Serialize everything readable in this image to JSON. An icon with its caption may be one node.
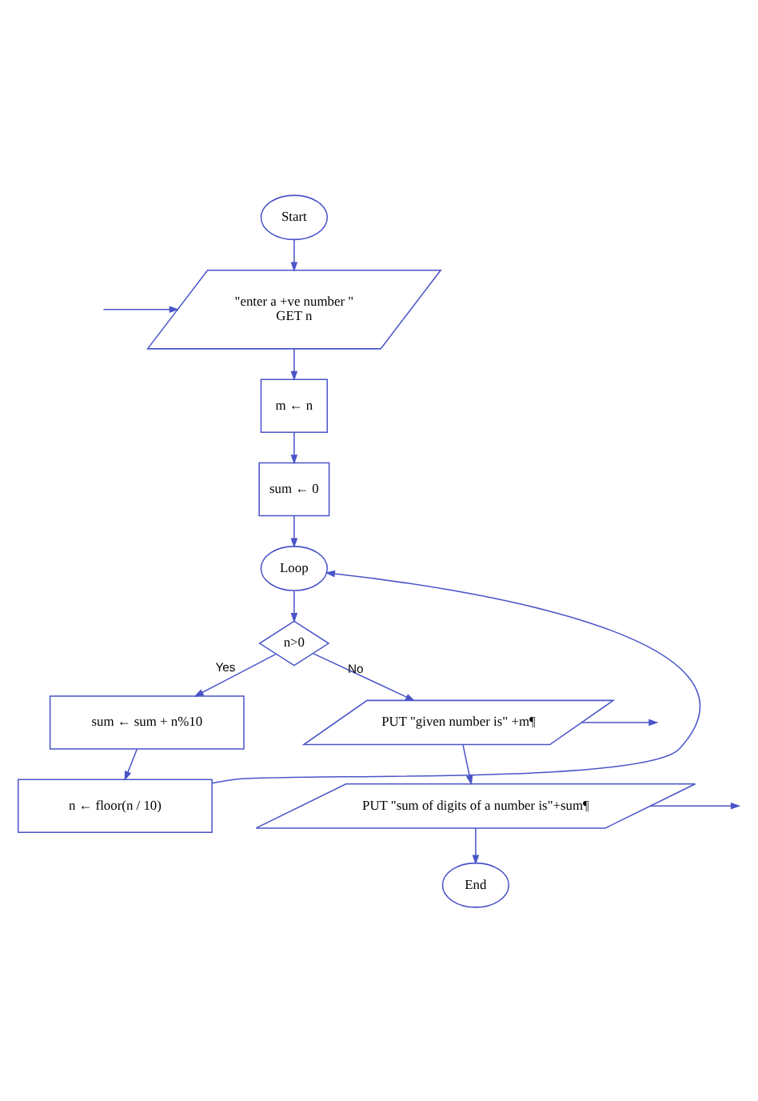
{
  "diagram": {
    "nodes": [
      {
        "text": [
          "Start"
        ]
      },
      {
        "text": [
          "\"enter a +ve number \"",
          "GET n"
        ]
      },
      {
        "text": [
          "m ← n"
        ]
      },
      {
        "text": [
          "sum ← 0"
        ]
      },
      {
        "text": [
          "Loop"
        ]
      },
      {
        "text": [
          "n>0"
        ]
      },
      {
        "text": [
          "sum ← sum + n%10"
        ]
      },
      {
        "text": [
          "n ← floor(n / 10)"
        ]
      },
      {
        "text": [
          "PUT \"given number is\" +m¶"
        ]
      },
      {
        "text": [
          "PUT \"sum of digits of a number is\"+sum¶"
        ]
      },
      {
        "text": [
          "End"
        ]
      }
    ],
    "edges": [
      {
        "from": 0,
        "to": 1,
        "arrow": "to"
      },
      {
        "from": null,
        "to": 1,
        "arrow": "to"
      },
      {
        "from": 1,
        "to": 2,
        "arrow": "to"
      },
      {
        "from": 2,
        "to": 3,
        "arrow": "to"
      },
      {
        "from": 3,
        "to": 4,
        "arrow": "to"
      },
      {
        "from": 4,
        "to": 5,
        "arrow": "to"
      },
      {
        "from": 5,
        "to": 6,
        "label": "Yes",
        "arrow": "to"
      },
      {
        "from": 6,
        "to": 7,
        "arrow": "to"
      },
      {
        "from": 7,
        "to": 4,
        "arrow": "to"
      },
      {
        "from": 5,
        "to": 8,
        "label": "No",
        "arrow": "to"
      },
      {
        "from": 8,
        "to": null,
        "arrow": "to"
      },
      {
        "from": 8,
        "to": 9,
        "arrow": "to"
      },
      {
        "from": 9,
        "to": null,
        "arrow": "to"
      },
      {
        "from": 9,
        "to": 10,
        "arrow": "to"
      }
    ]
  }
}
